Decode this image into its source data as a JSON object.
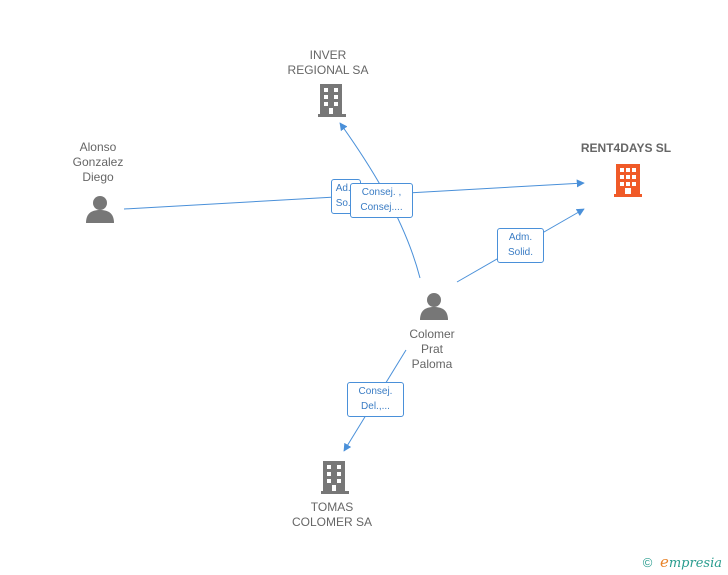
{
  "colors": {
    "edge": "#4a90d9",
    "node": "#777777",
    "focus": "#f05a28"
  },
  "nodes": {
    "inver": {
      "label": "INVER\nREGIONAL SA",
      "type": "company"
    },
    "rent4days": {
      "label": "RENT4DAYS SL",
      "type": "company-focus"
    },
    "alonso": {
      "label": "Alonso\nGonzalez\nDiego",
      "type": "person"
    },
    "colomer": {
      "label": "Colomer\nPrat\nPaloma",
      "type": "person"
    },
    "tomas": {
      "label": "TOMAS\nCOLOMER SA",
      "type": "company"
    }
  },
  "edges": {
    "alonso_rent": {
      "line1": "Ad...",
      "line2": "So..."
    },
    "colomer_inver": {
      "line1": "Consej. ,",
      "line2": "Consej...."
    },
    "colomer_rent": {
      "line1": "Adm.",
      "line2": "Solid."
    },
    "colomer_tomas": {
      "line1": "Consej.",
      "line2": "Del.,..."
    }
  },
  "footer": {
    "copyright": "©",
    "brand_initial": "e",
    "brand_rest": "mpresia"
  }
}
